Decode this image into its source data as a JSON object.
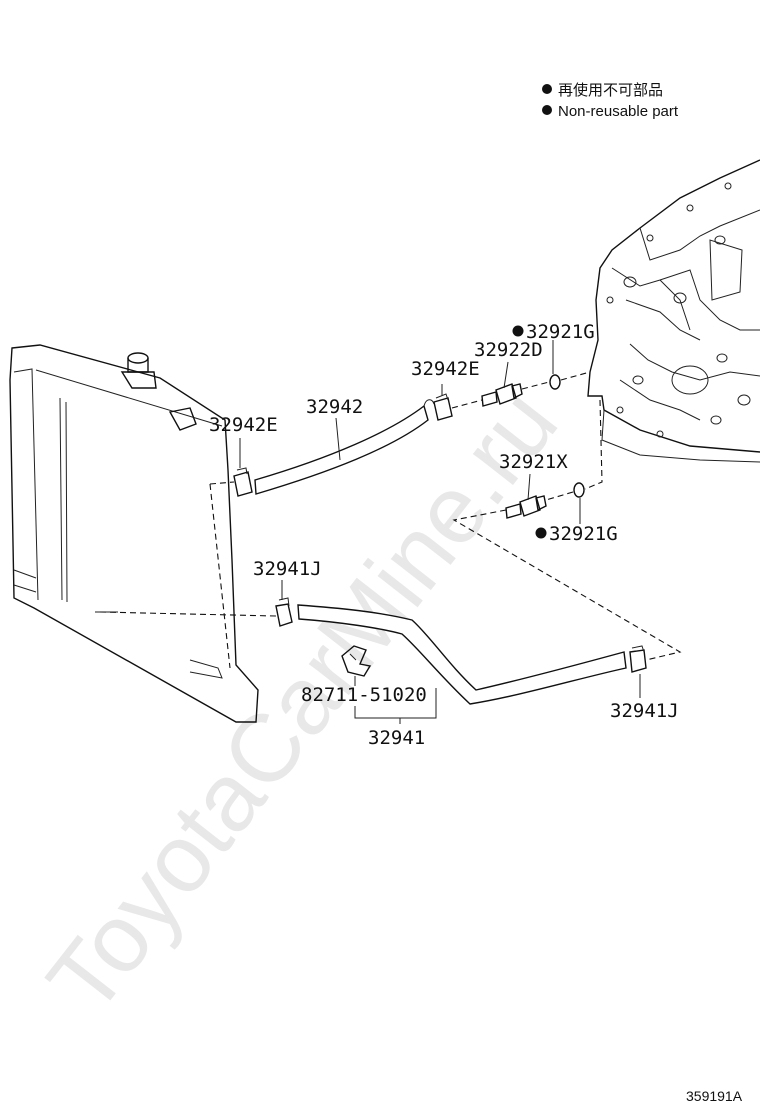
{
  "legend": {
    "items": [
      {
        "text": "再使用不可部品"
      },
      {
        "text": "Non-reusable part"
      }
    ]
  },
  "parts": {
    "hose_upper": "32942",
    "clamp_upper_left": "32942E",
    "clamp_upper_right": "32942E",
    "union_upper": "32922D",
    "gasket_upper": "32921G",
    "union_lower": "32921X",
    "gasket_lower": "32921G",
    "clamp_lower_left": "32941J",
    "clamp_lower_right": "32941J",
    "clamp_bracket": "82711-51020",
    "hose_lower": "32941"
  },
  "watermark": "ToyotaCarMine.ru",
  "reference": "359191A"
}
